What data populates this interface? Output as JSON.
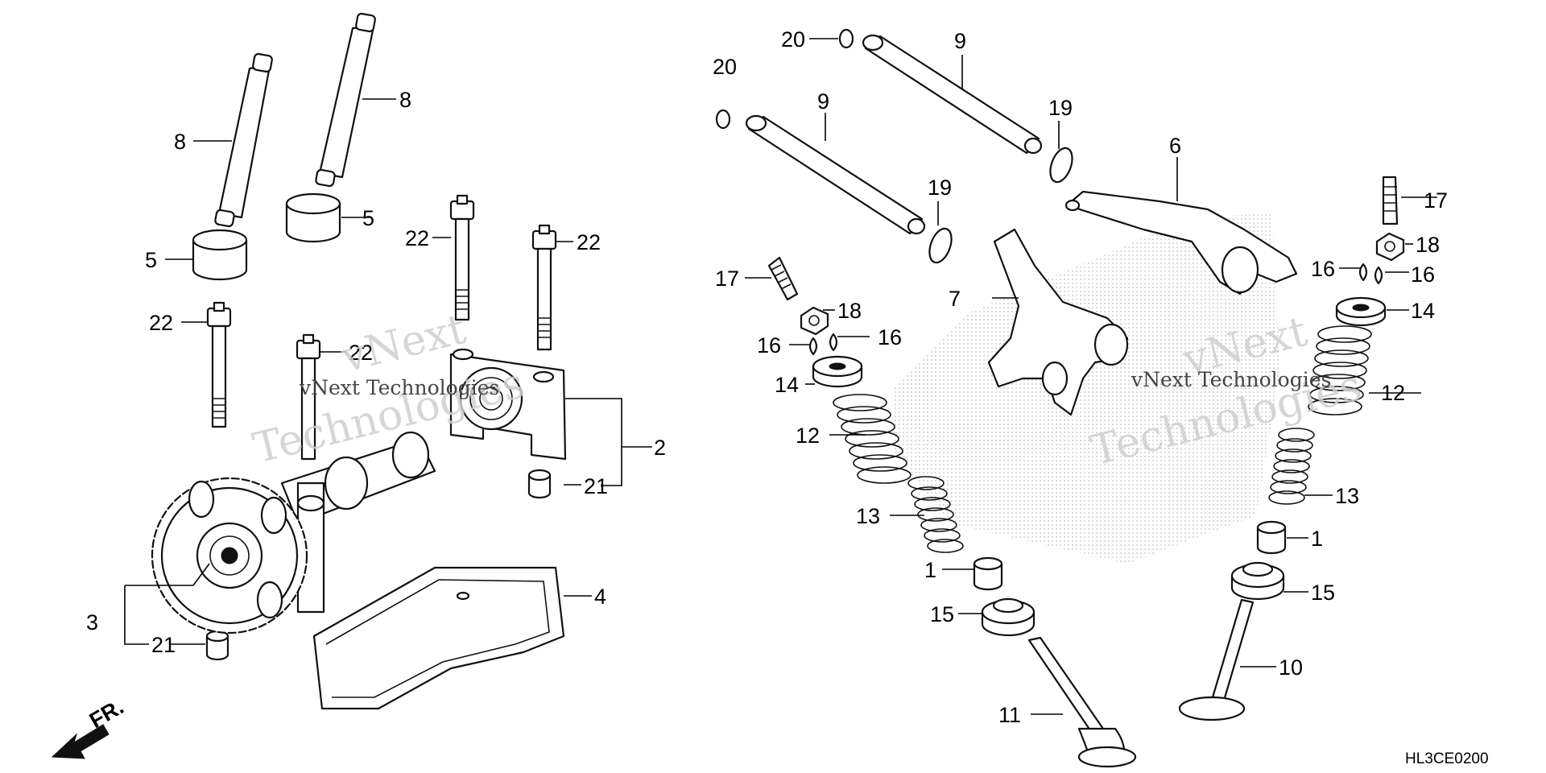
{
  "diagram_code": "HL3CE0200",
  "front_indicator": "FR.",
  "watermark": {
    "brand": "vNext Technologies",
    "line1": "vNext",
    "line2": "Technologies"
  },
  "callouts": {
    "c1a": "1",
    "c1b": "1",
    "c2": "2",
    "c3": "3",
    "c4": "4",
    "c5a": "5",
    "c5b": "5",
    "c6": "6",
    "c7": "7",
    "c8a": "8",
    "c8b": "8",
    "c9a": "9",
    "c9b": "9",
    "c10": "10",
    "c11": "11",
    "c12a": "12",
    "c12b": "12",
    "c13a": "13",
    "c13b": "13",
    "c14a": "14",
    "c14b": "14",
    "c15a": "15",
    "c15b": "15",
    "c16a": "16",
    "c16b": "16",
    "c16c": "16",
    "c16d": "16",
    "c17a": "17",
    "c17b": "17",
    "c18a": "18",
    "c18b": "18",
    "c19a": "19",
    "c19b": "19",
    "c20a": "20",
    "c20b": "20",
    "c21a": "21",
    "c21b": "21",
    "c22a": "22",
    "c22b": "22",
    "c22c": "22",
    "c22d": "22"
  }
}
